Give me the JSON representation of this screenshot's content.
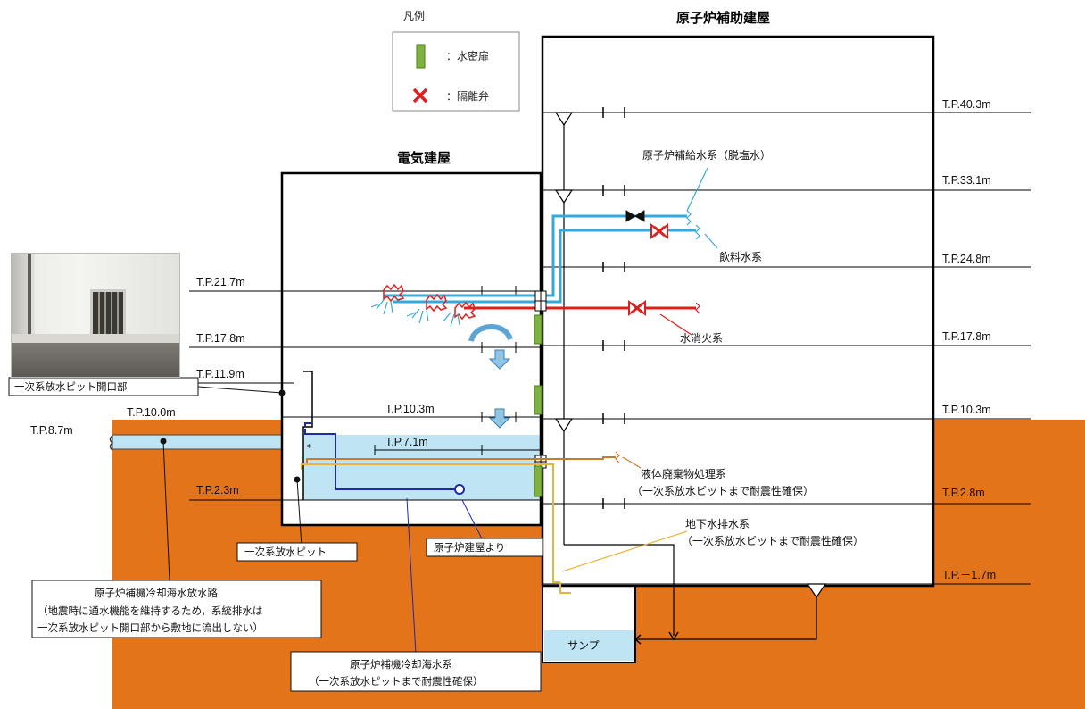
{
  "legend": {
    "title": "凡例",
    "items": [
      {
        "label": "：水密扉",
        "color": "#7fb240",
        "icon": "watertight-door-icon"
      },
      {
        "label": "：隔離弁",
        "color": "#e02020",
        "icon": "isolation-valve-icon"
      }
    ]
  },
  "buildings": {
    "aux_title": "原子炉補助建屋",
    "elec_title": "電気建屋",
    "sump_label": "サンプ"
  },
  "levels_right": [
    "T.P.40.3m",
    "T.P.33.1m",
    "T.P.24.8m",
    "T.P.17.8m",
    "T.P.10.3m",
    "T.P.2.8m",
    "T.P.－1.7m"
  ],
  "levels_left": [
    "T.P.21.7m",
    "T.P.17.8m",
    "T.P.11.9m",
    "T.P.10.0m",
    "T.P.8.7m",
    "T.P.2.3m"
  ],
  "levels_inner": [
    "T.P.10.3m",
    "T.P.7.1m"
  ],
  "systems": {
    "makeup": "原子炉補給水系（脱塩水）",
    "drinking": "飲料水系",
    "fire": "水消火系",
    "liquid_waste_1": "液体廃棄物処理系",
    "liquid_waste_2": "（一次系放水ピットまで耐震性確保）",
    "groundwater_1": "地下水排水系",
    "groundwater_2": "（一次系放水ピットまで耐震性確保）"
  },
  "callouts": {
    "pit_opening": "一次系放水ピット開口部",
    "pit": "一次系放水ピット",
    "from_reactor": "原子炉建屋より",
    "cooling_channel": [
      "原子炉補機冷却海水放水路",
      "（地震時に通水機能を維持するため，系統排水は",
      "一次系放水ピット開口部から敷地に流出しない）"
    ],
    "cooling_system": [
      "原子炉補機冷却海水系",
      "（一次系放水ピットまで耐震性確保）"
    ]
  },
  "colors": {
    "ground": "#e3741a",
    "water": "#bfe4f3",
    "cyan_pipe": "#35a9d9",
    "red_pipe": "#dd1f1f",
    "navy_pipe": "#1e2aa8",
    "orange_pipe": "#cc7a2a",
    "yellow_pipe": "#e8b43a",
    "door_green": "#7fb240",
    "arrow_blue": "#8fc6e6"
  }
}
